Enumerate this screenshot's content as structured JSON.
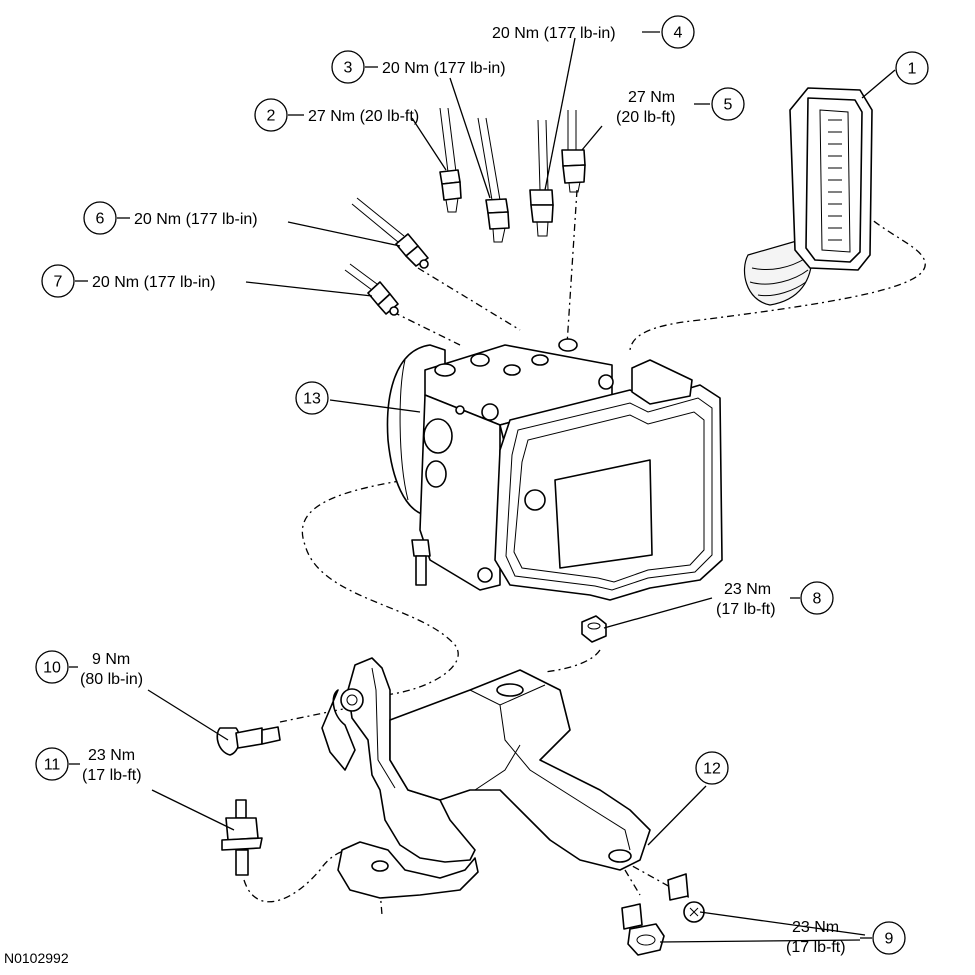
{
  "figure_id": "N0102992",
  "callouts": [
    {
      "num": "1",
      "text": []
    },
    {
      "num": "2",
      "text": [
        "27 Nm (20 lb-ft)"
      ]
    },
    {
      "num": "3",
      "text": [
        "20 Nm (177 lb-in)"
      ]
    },
    {
      "num": "4",
      "text": [
        "20 Nm (177 lb-in)"
      ]
    },
    {
      "num": "5",
      "text": [
        "27 Nm",
        "(20 lb-ft)"
      ]
    },
    {
      "num": "6",
      "text": [
        "20 Nm (177 lb-in)"
      ]
    },
    {
      "num": "7",
      "text": [
        "20 Nm (177 lb-in)"
      ]
    },
    {
      "num": "8",
      "text": [
        "23 Nm",
        "(17 lb-ft)"
      ]
    },
    {
      "num": "9",
      "text": [
        "23 Nm",
        "(17 lb-ft)"
      ]
    },
    {
      "num": "10",
      "text": [
        "9 Nm",
        "(80 lb-in)"
      ]
    },
    {
      "num": "11",
      "text": [
        "23 Nm",
        "(17 lb-ft)"
      ]
    },
    {
      "num": "12",
      "text": []
    },
    {
      "num": "13",
      "text": []
    }
  ]
}
